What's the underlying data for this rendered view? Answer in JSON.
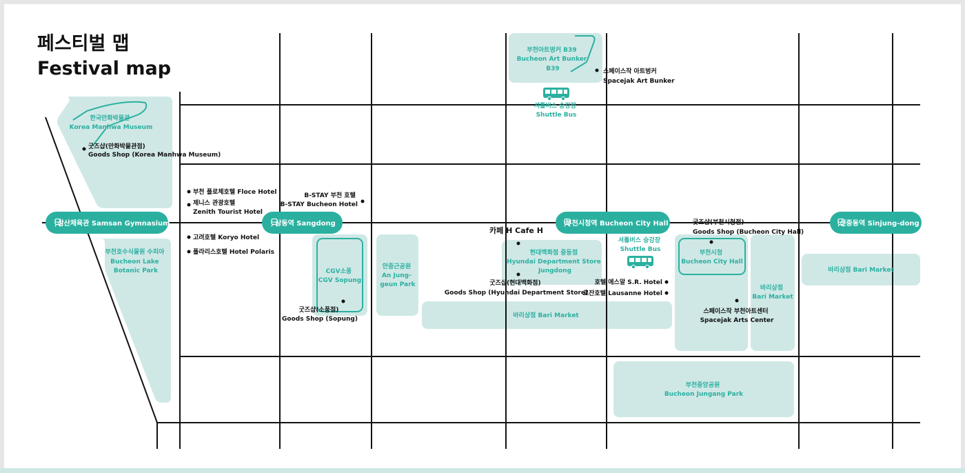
{
  "title": {
    "korean": "페스티벌 맵",
    "english": "Festival map"
  },
  "colors": {
    "accent": "#2bb0a0",
    "area_fill": "#cfe8e6",
    "road": "#111111",
    "background": "#ffffff"
  },
  "icons": {
    "station": "train-icon",
    "shuttle": "bus-icon",
    "poi": "dot-marker-icon"
  },
  "stations": [
    {
      "label": "삼산체육관 Samsan Gymnasium"
    },
    {
      "label": "상동역 Sangdong"
    },
    {
      "label": "부천시청역 Bucheon City Hall"
    },
    {
      "label": "신중동역 Sinjung-dong"
    }
  ],
  "areas": [
    {
      "lines": [
        "한국만화박물관",
        "Korea Manhwa Museum"
      ]
    },
    {
      "lines": [
        "부천호수식물원 수피아",
        "Bucheon Lake",
        "Botanic Park"
      ]
    },
    {
      "lines": [
        "CGV소풍",
        "CGV Sopung"
      ]
    },
    {
      "lines": [
        "안중근공원",
        "An Jung-",
        "geun Park"
      ]
    },
    {
      "lines": [
        "부천아트벙커 B39",
        "Bucheon Art Bunker",
        "B39"
      ]
    },
    {
      "lines": [
        "현대백화점 중동점",
        "Hyundai Department Store",
        "Jungdong"
      ]
    },
    {
      "lines": [
        "바리상점 Bari Market"
      ]
    },
    {
      "lines": [
        "부천시청",
        "Bucheon City Hall"
      ]
    },
    {
      "lines": [
        "바리상점",
        "Bari Market"
      ]
    },
    {
      "lines": [
        "바리상점 Bari Market"
      ]
    },
    {
      "lines": [
        "부천중앙공원",
        "Bucheon Jungang Park"
      ]
    }
  ],
  "shuttle_stops": [
    {
      "lines": [
        "셔틀버스 승강장",
        "Shuttle Bus"
      ]
    },
    {
      "lines": [
        "셔틀버스 승강장",
        "Shuttle Bus"
      ]
    }
  ],
  "pois": [
    {
      "lines": [
        "굿즈샵(만화박물관점)",
        "Goods Shop (Korea Manhwa Museum)"
      ]
    },
    {
      "lines": [
        "부천 플로체호텔 Floce Hotel"
      ]
    },
    {
      "lines": [
        "제니스 관광호텔",
        "Zenith Tourist Hotel"
      ]
    },
    {
      "lines": [
        "고려호텔 Koryo Hotel"
      ]
    },
    {
      "lines": [
        "폴라리스호텔 Hotel Polaris"
      ]
    },
    {
      "lines": [
        "B-STAY 부천 호텔",
        "B-STAY Bucheon Hotel"
      ]
    },
    {
      "lines": [
        "굿즈샵(소풍점)",
        "Goods Shop (Sopung)"
      ]
    },
    {
      "lines": [
        "스페이스작 아트벙커",
        "Spacejak Art Bunker"
      ]
    },
    {
      "lines": [
        "카페 H Cafe H"
      ]
    },
    {
      "lines": [
        "굿즈샵(현대백화점)",
        "Goods Shop (Hyundai Department Store)"
      ]
    },
    {
      "lines": [
        "호텔 에스알 S.R. Hotel"
      ]
    },
    {
      "lines": [
        "로잔호텔 Lausanne Hotel"
      ]
    },
    {
      "lines": [
        "굿즈샵(부천시청점)",
        "Goods Shop (Bucheon City Hall)"
      ]
    },
    {
      "lines": [
        "스페이스작 부천아트센터",
        "Spacejak Arts Center"
      ]
    }
  ]
}
